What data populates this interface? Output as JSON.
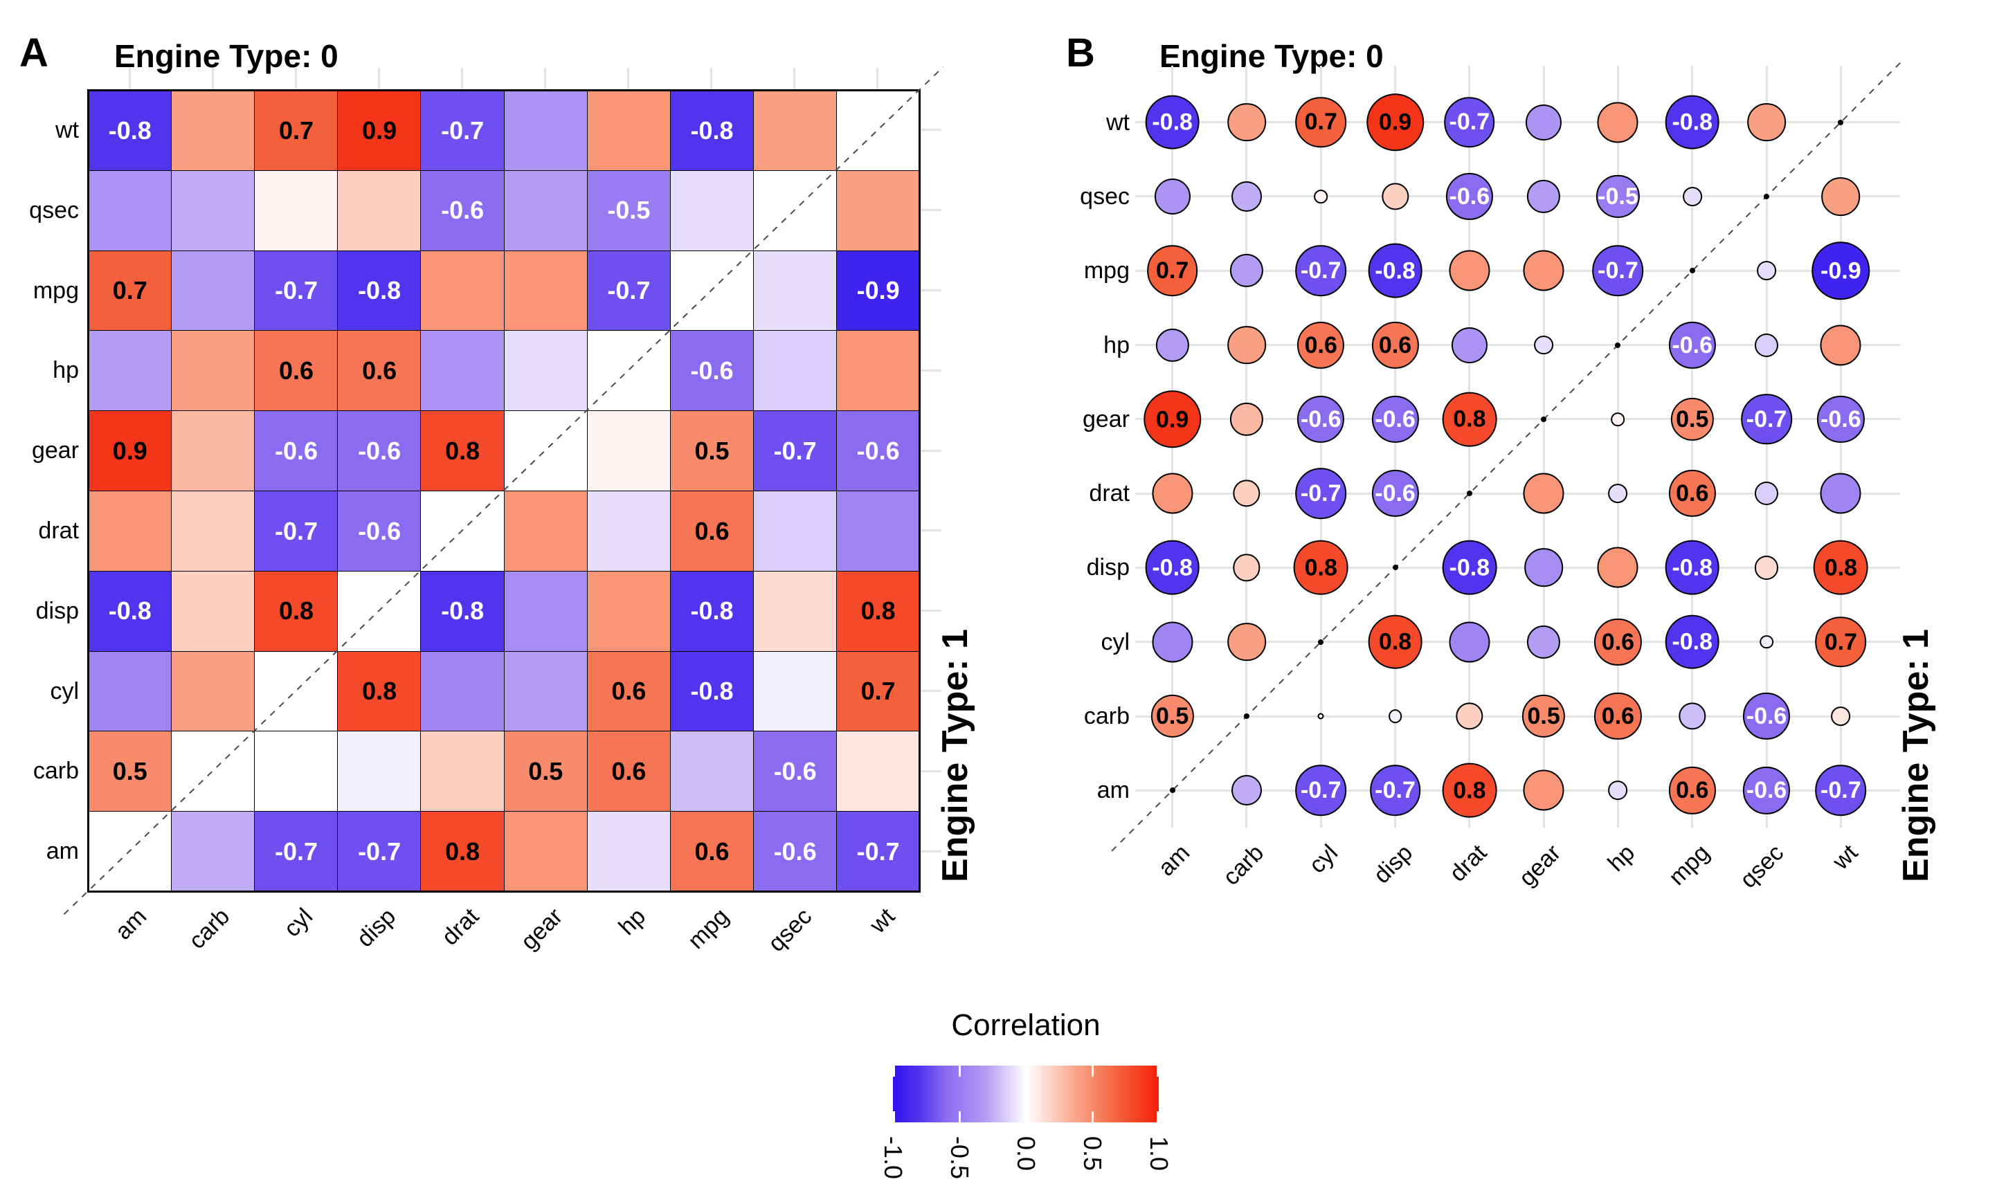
{
  "panels": {
    "a": {
      "letter": "A",
      "top_title": "Engine Type: 0",
      "right_title": "Engine Type: 1"
    },
    "b": {
      "letter": "B",
      "top_title": "Engine Type: 0",
      "right_title": "Engine Type: 1"
    }
  },
  "legend": {
    "title": "Correlation",
    "tick_labels": [
      "-1.0",
      "-0.5",
      "0.0",
      "0.5",
      "1.0"
    ],
    "tick_values": [
      -1.0,
      -0.5,
      0.0,
      0.5,
      1.0
    ]
  },
  "colors": {
    "background": "#ffffff",
    "grid_line": "#e3e3e3",
    "cell_border": "#000000",
    "dashed_line": "#4a4a4a",
    "value_label_positive": "#000000",
    "value_label_negative": "#ffffff",
    "scale_stops": [
      {
        "v": -1.0,
        "c": "#3112f0"
      },
      {
        "v": -0.8,
        "c": "#5134ee"
      },
      {
        "v": -0.6,
        "c": "#8b6cf1"
      },
      {
        "v": -0.3,
        "c": "#b49cf4"
      },
      {
        "v": 0.0,
        "c": "#ffffff"
      },
      {
        "v": 0.4,
        "c": "#f9a083"
      },
      {
        "v": 0.7,
        "c": "#f4603c"
      },
      {
        "v": 1.0,
        "c": "#f51f08"
      }
    ]
  },
  "chart_data": [
    {
      "panel": "A",
      "type": "heatmap",
      "title": "Engine Type: 0",
      "right_title": "Engine Type: 1",
      "upper_left_triangle_group": "Engine Type: 0",
      "lower_right_triangle_group": "Engine Type: 1",
      "x_categories": [
        "am",
        "carb",
        "cyl",
        "disp",
        "drat",
        "gear",
        "hp",
        "mpg",
        "qsec",
        "wt"
      ],
      "y_categories_top_to_bottom": [
        "wt",
        "qsec",
        "mpg",
        "hp",
        "gear",
        "drat",
        "disp",
        "cyl",
        "carb",
        "am"
      ],
      "matrix": [
        [
          -0.8,
          0.4,
          0.7,
          0.9,
          -0.7,
          -0.35,
          0.45,
          -0.8,
          0.4,
          null
        ],
        [
          -0.35,
          -0.25,
          0.05,
          0.2,
          -0.6,
          -0.3,
          -0.5,
          -0.1,
          null,
          0.4
        ],
        [
          0.7,
          -0.3,
          -0.7,
          -0.8,
          0.45,
          0.45,
          -0.7,
          null,
          -0.1,
          -0.9
        ],
        [
          -0.3,
          0.4,
          0.6,
          0.6,
          -0.35,
          -0.1,
          null,
          -0.6,
          -0.15,
          0.45
        ],
        [
          0.9,
          0.3,
          -0.6,
          -0.6,
          0.8,
          null,
          0.05,
          0.5,
          -0.7,
          -0.6
        ],
        [
          0.45,
          0.2,
          -0.7,
          -0.6,
          null,
          0.45,
          -0.1,
          0.6,
          -0.15,
          -0.45
        ],
        [
          -0.8,
          0.2,
          0.8,
          null,
          -0.8,
          -0.4,
          0.45,
          -0.8,
          0.15,
          0.8
        ],
        [
          -0.45,
          0.4,
          null,
          0.8,
          -0.45,
          -0.3,
          0.6,
          -0.8,
          -0.05,
          0.7
        ],
        [
          0.5,
          null,
          0.0,
          -0.05,
          0.2,
          0.5,
          0.6,
          -0.2,
          -0.6,
          0.1
        ],
        [
          null,
          -0.25,
          -0.7,
          -0.7,
          0.8,
          0.45,
          -0.1,
          0.6,
          -0.6,
          -0.7
        ]
      ],
      "value_label_threshold": 0.5,
      "diagonal": "blank cells crossed by dashed identity line",
      "unlabeled_values_estimated_from_color": true
    },
    {
      "panel": "B",
      "type": "bubble",
      "title": "Engine Type: 0",
      "right_title": "Engine Type: 1",
      "upper_left_triangle_group": "Engine Type: 0",
      "lower_right_triangle_group": "Engine Type: 1",
      "x_categories": [
        "am",
        "carb",
        "cyl",
        "disp",
        "drat",
        "gear",
        "hp",
        "mpg",
        "qsec",
        "wt"
      ],
      "y_categories_top_to_bottom": [
        "wt",
        "qsec",
        "mpg",
        "hp",
        "gear",
        "drat",
        "disp",
        "cyl",
        "carb",
        "am"
      ],
      "matrix": [
        [
          -0.8,
          0.4,
          0.7,
          0.9,
          -0.7,
          -0.35,
          0.45,
          -0.8,
          0.4,
          null
        ],
        [
          -0.35,
          -0.25,
          0.05,
          0.2,
          -0.6,
          -0.3,
          -0.5,
          -0.1,
          null,
          0.4
        ],
        [
          0.7,
          -0.3,
          -0.7,
          -0.8,
          0.45,
          0.45,
          -0.7,
          null,
          -0.1,
          -0.9
        ],
        [
          -0.3,
          0.4,
          0.6,
          0.6,
          -0.35,
          -0.1,
          null,
          -0.6,
          -0.15,
          0.45
        ],
        [
          0.9,
          0.3,
          -0.6,
          -0.6,
          0.8,
          null,
          0.05,
          0.5,
          -0.7,
          -0.6
        ],
        [
          0.45,
          0.2,
          -0.7,
          -0.6,
          null,
          0.45,
          -0.1,
          0.6,
          -0.15,
          -0.45
        ],
        [
          -0.8,
          0.2,
          0.8,
          null,
          -0.8,
          -0.4,
          0.45,
          -0.8,
          0.15,
          0.8
        ],
        [
          -0.45,
          0.4,
          null,
          0.8,
          -0.45,
          -0.3,
          0.6,
          -0.8,
          -0.05,
          0.7
        ],
        [
          0.5,
          null,
          0.0,
          -0.05,
          0.2,
          0.5,
          0.6,
          -0.2,
          -0.6,
          0.1
        ],
        [
          null,
          -0.25,
          -0.7,
          -0.7,
          0.8,
          0.45,
          -0.1,
          0.6,
          -0.6,
          -0.7
        ]
      ],
      "value_label_threshold": 0.5,
      "encoding": "circle diameter proportional to sqrt(|r|); color maps r on blue-white-red scale; diagonal shown as small black dots on dashed identity line",
      "unlabeled_values_estimated_from_color": true
    }
  ]
}
